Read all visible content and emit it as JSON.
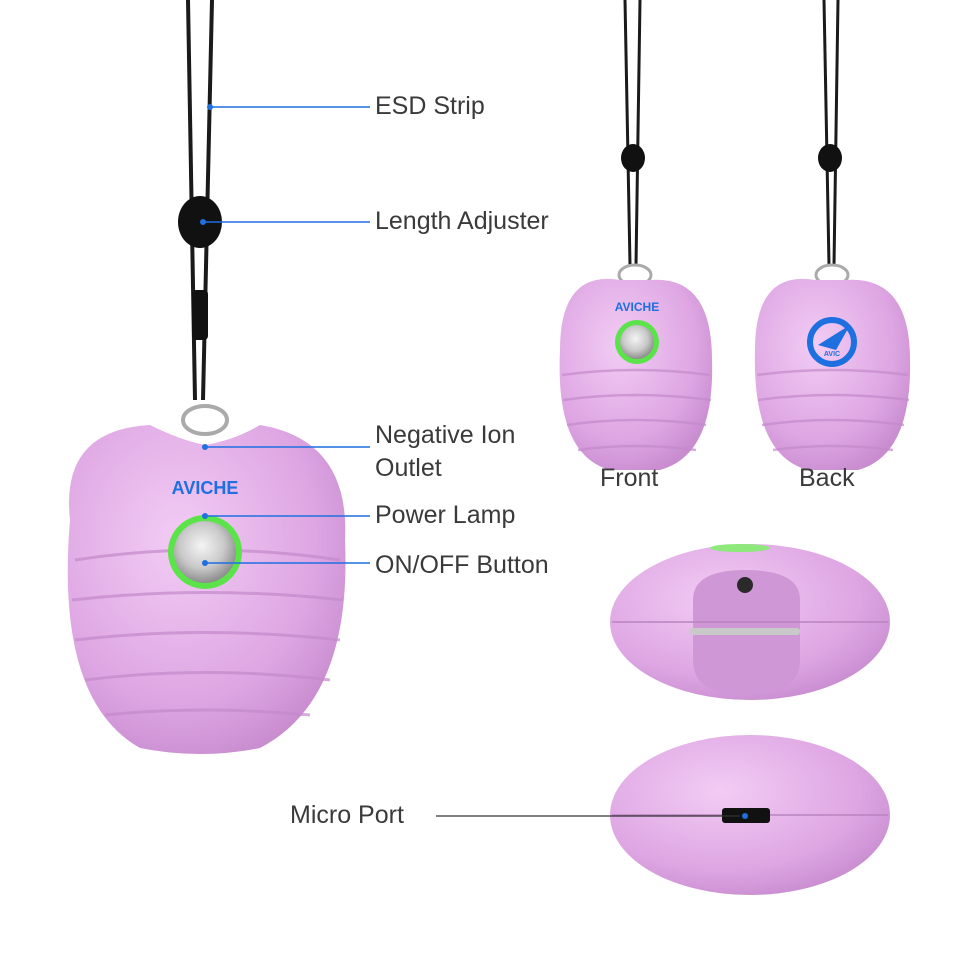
{
  "callouts": {
    "esd_strip": "ESD Strip",
    "length_adjuster": "Length Adjuster",
    "negative_ion_outlet_1": "Negative Ion",
    "negative_ion_outlet_2": "Outlet",
    "power_lamp": "Power Lamp",
    "on_off_button": "ON/OFF Button",
    "micro_port": "Micro Port"
  },
  "views": {
    "front": "Front",
    "back": "Back"
  },
  "logos": {
    "brand": "AVICHE",
    "back_logo": "AVIC"
  },
  "colors": {
    "body": "#e8b4ec",
    "accent": "#1e6fe0",
    "lamp": "#5be34a",
    "line": "#1e6fe0"
  }
}
